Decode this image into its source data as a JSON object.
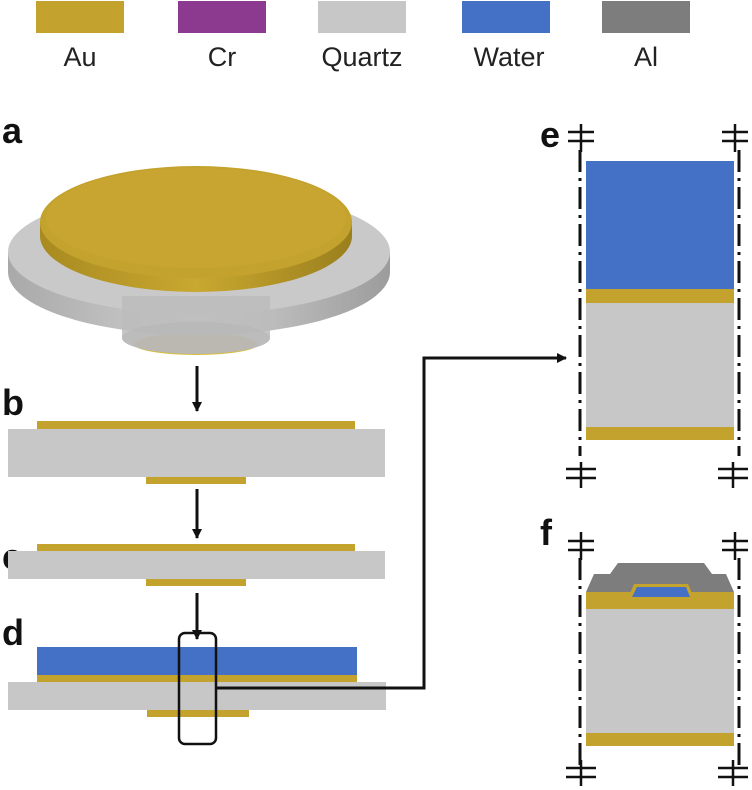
{
  "colors": {
    "au": "#c4a22e",
    "cr": "#8b3a8f",
    "quartz": "#c7c7c7",
    "water": "#4470c6",
    "al": "#7d7d7d"
  },
  "legend": [
    {
      "label": "Au",
      "color": "#c4a22e"
    },
    {
      "label": "Cr",
      "color": "#8b3a8f"
    },
    {
      "label": "Quartz",
      "color": "#c7c7c7"
    },
    {
      "label": "Water",
      "color": "#4470c6"
    },
    {
      "label": "Al",
      "color": "#7d7d7d"
    }
  ],
  "panels": {
    "a": "a",
    "b": "b",
    "c": "c",
    "d": "d",
    "e": "e",
    "f": "f"
  }
}
